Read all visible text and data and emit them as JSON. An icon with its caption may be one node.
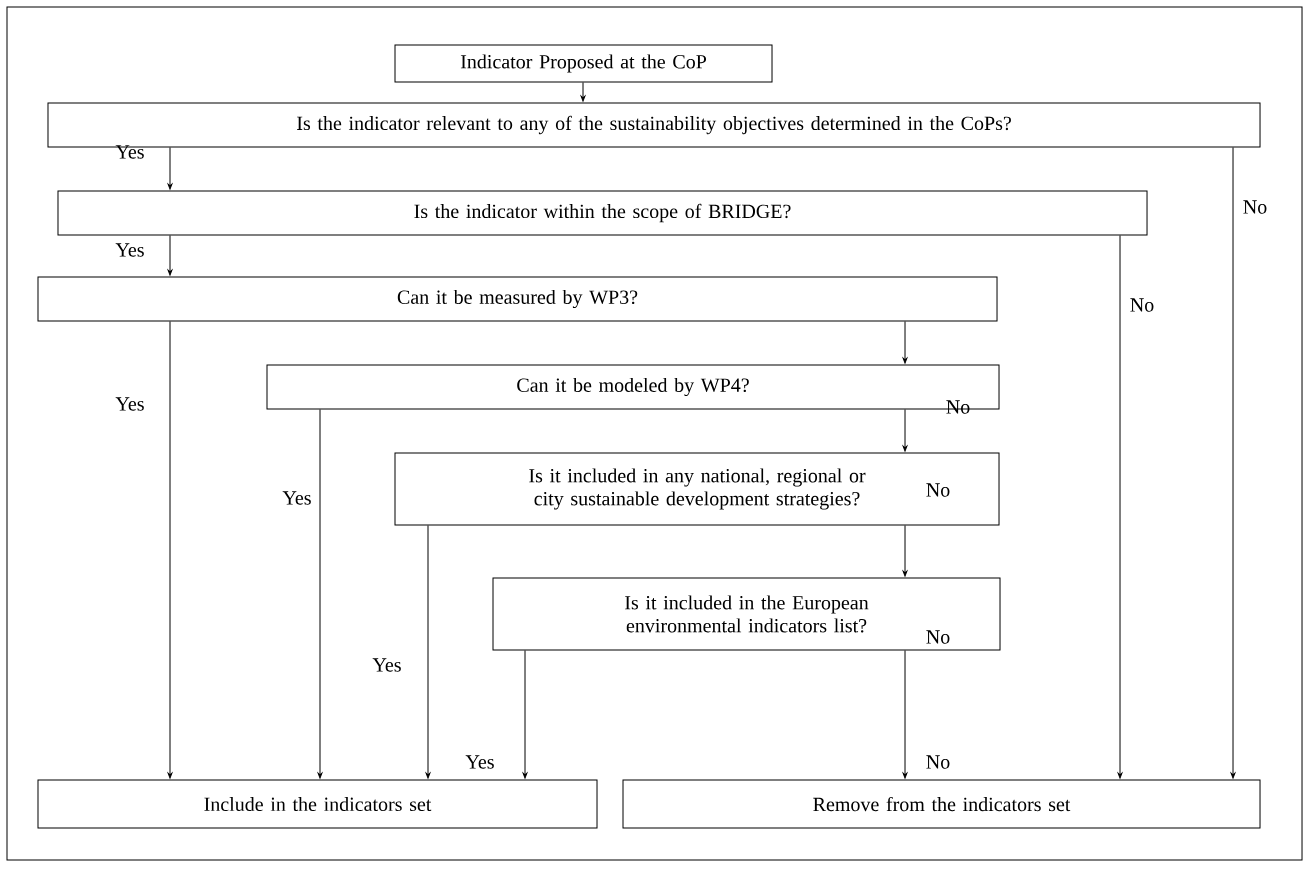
{
  "diagram": {
    "nodes": [
      {
        "text": [
          "Indicator Proposed at the CoP"
        ]
      },
      {
        "text": [
          "Is the indicator relevant to any of the sustainability objectives determined in the CoPs?"
        ]
      },
      {
        "text": [
          "Is the indicator within the scope of BRIDGE?"
        ]
      },
      {
        "text": [
          "Can it be measured by WP3?"
        ]
      },
      {
        "text": [
          "Can it be modeled by WP4?"
        ]
      },
      {
        "text": [
          "Is it included in any national, regional or city sustainable development strategies?"
        ]
      },
      {
        "text": [
          "Is it included in the European environmental indicators list?"
        ]
      },
      {
        "text": [
          "Include in the indicators set"
        ]
      },
      {
        "text": [
          "Remove from the indicators set"
        ]
      }
    ],
    "edges": [
      {
        "from": 0,
        "to": 1,
        "arrow": "to"
      },
      {
        "from": 1,
        "to": 2,
        "arrow": "to",
        "label": "Yes"
      },
      {
        "from": 1,
        "to": 8,
        "arrow": "to",
        "label": "No"
      },
      {
        "from": 2,
        "to": 3,
        "arrow": "to",
        "label": "Yes"
      },
      {
        "from": 2,
        "to": 8,
        "arrow": "to",
        "label": "No"
      },
      {
        "from": 3,
        "to": 7,
        "arrow": "to",
        "label": "Yes"
      },
      {
        "from": 3,
        "to": 4,
        "arrow": "to",
        "label": "No"
      },
      {
        "from": 4,
        "to": 7,
        "arrow": "to",
        "label": "Yes"
      },
      {
        "from": 4,
        "to": 5,
        "arrow": "to",
        "label": "No"
      },
      {
        "from": 5,
        "to": 7,
        "arrow": "to",
        "label": "Yes"
      },
      {
        "from": 5,
        "to": 6,
        "arrow": "to",
        "label": "No"
      },
      {
        "from": 6,
        "to": 7,
        "arrow": "to",
        "label": "Yes"
      },
      {
        "from": 6,
        "to": 8,
        "arrow": "to",
        "label": "No"
      }
    ]
  }
}
